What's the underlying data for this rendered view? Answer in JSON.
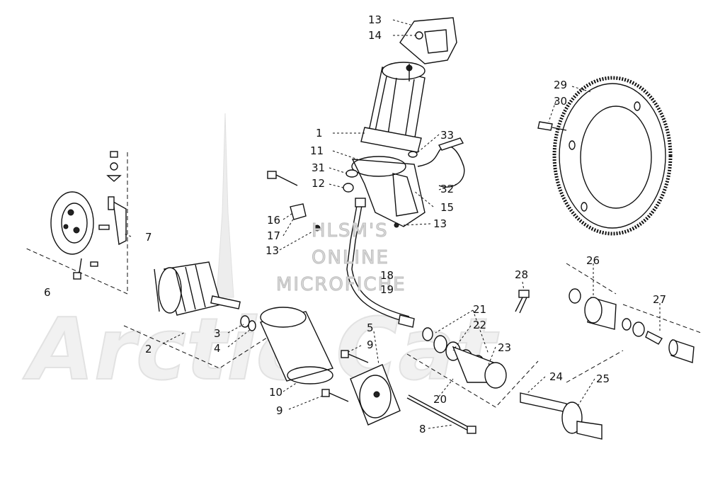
{
  "watermark": {
    "line1": "HLSM'S",
    "line2": "ONLINE",
    "line3": "MICROFICHE",
    "brand": "Arctic Cat"
  },
  "callouts": [
    {
      "id": "c1",
      "text": "1"
    },
    {
      "id": "c2",
      "text": "2"
    },
    {
      "id": "c3",
      "text": "3"
    },
    {
      "id": "c4",
      "text": "4"
    },
    {
      "id": "c5",
      "text": "5"
    },
    {
      "id": "c6",
      "text": "6"
    },
    {
      "id": "c7",
      "text": "7"
    },
    {
      "id": "c8",
      "text": "8"
    },
    {
      "id": "c9a",
      "text": "9"
    },
    {
      "id": "c9b",
      "text": "9"
    },
    {
      "id": "c10",
      "text": "10"
    },
    {
      "id": "c11",
      "text": "11"
    },
    {
      "id": "c12",
      "text": "12"
    },
    {
      "id": "c13a",
      "text": "13"
    },
    {
      "id": "c13b",
      "text": "13"
    },
    {
      "id": "c13c",
      "text": "13"
    },
    {
      "id": "c14",
      "text": "14"
    },
    {
      "id": "c15",
      "text": "15"
    },
    {
      "id": "c16",
      "text": "16"
    },
    {
      "id": "c17",
      "text": "17"
    },
    {
      "id": "c18",
      "text": "18"
    },
    {
      "id": "c19",
      "text": "19"
    },
    {
      "id": "c20",
      "text": "20"
    },
    {
      "id": "c21",
      "text": "21"
    },
    {
      "id": "c22",
      "text": "22"
    },
    {
      "id": "c23",
      "text": "23"
    },
    {
      "id": "c24",
      "text": "24"
    },
    {
      "id": "c25",
      "text": "25"
    },
    {
      "id": "c26",
      "text": "26"
    },
    {
      "id": "c27",
      "text": "27"
    },
    {
      "id": "c28",
      "text": "28"
    },
    {
      "id": "c29",
      "text": "29"
    },
    {
      "id": "c30",
      "text": "30"
    },
    {
      "id": "c31",
      "text": "31"
    },
    {
      "id": "c32",
      "text": "32"
    },
    {
      "id": "c33",
      "text": "33"
    }
  ]
}
